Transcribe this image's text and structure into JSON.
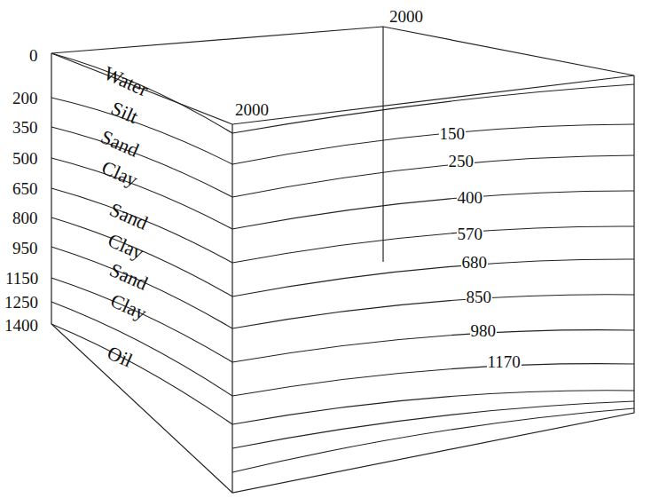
{
  "diagram": {
    "labels": [
      "2000",
      "2000",
      "0",
      "200",
      "350",
      "500",
      "650",
      "800",
      "950",
      "1150",
      "1250",
      "1400",
      "Water",
      "Silt",
      "Sand",
      "Clay",
      "Sand",
      "Clay",
      "Sand",
      "Clay",
      "Oil",
      "150",
      "250",
      "400",
      "570",
      "680",
      "850",
      "980",
      "1170"
    ]
  }
}
